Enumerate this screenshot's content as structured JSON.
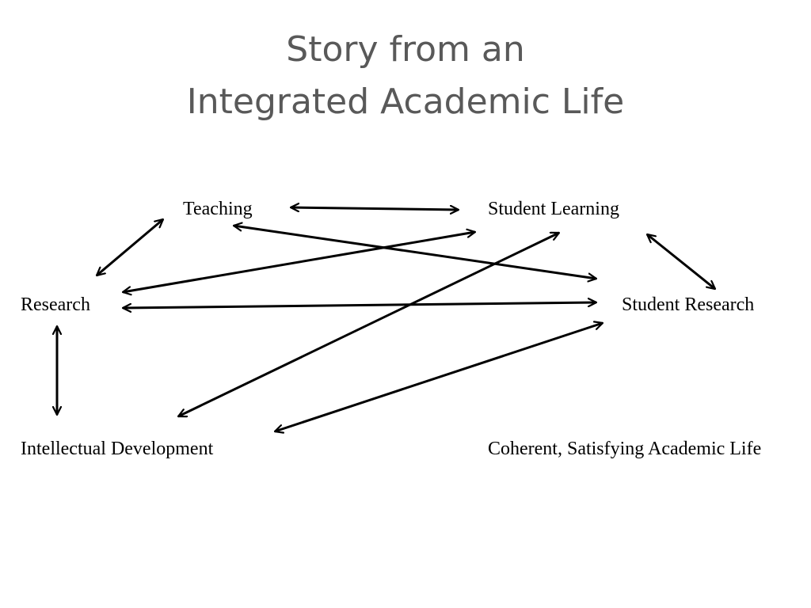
{
  "slide": {
    "title_line1": "Story from an",
    "title_line2": "Integrated Academic Life"
  },
  "nodes": {
    "teaching": "Teaching",
    "student_learning": "Student Learning",
    "research": "Research",
    "student_research": "Student Research",
    "intellectual_development": "Intellectual Development",
    "coherent_life": "Coherent, Satisfying Academic Life"
  },
  "edges": [
    {
      "from": "teaching",
      "to": "student_learning",
      "direction": "both"
    },
    {
      "from": "teaching",
      "to": "research",
      "direction": "both"
    },
    {
      "from": "teaching",
      "to": "student_research",
      "direction": "both"
    },
    {
      "from": "student_learning",
      "to": "research",
      "direction": "both"
    },
    {
      "from": "student_learning",
      "to": "intellectual_development",
      "direction": "both"
    },
    {
      "from": "student_learning",
      "to": "student_research",
      "direction": "both"
    },
    {
      "from": "research",
      "to": "student_research",
      "direction": "both"
    },
    {
      "from": "research",
      "to": "intellectual_development",
      "direction": "both"
    },
    {
      "from": "intellectual_development",
      "to": "student_research",
      "direction": "both"
    }
  ],
  "colors": {
    "title": "#595959",
    "text": "#000000",
    "arrow": "#000000"
  }
}
